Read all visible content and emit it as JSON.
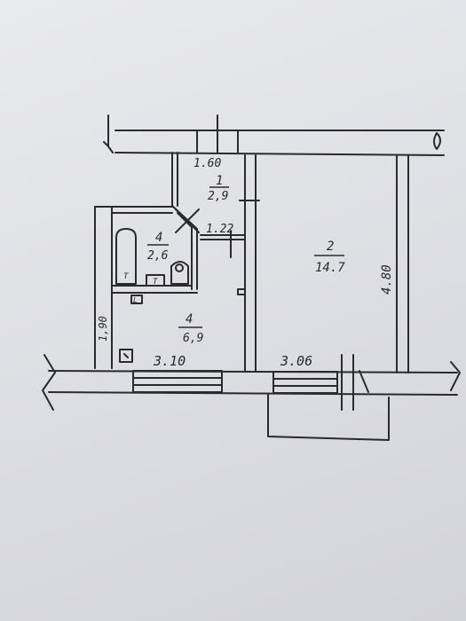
{
  "rooms": [
    {
      "id": "1",
      "area": "2,9"
    },
    {
      "id": "4",
      "area": "2,6"
    },
    {
      "id": "4",
      "area": "6,9"
    },
    {
      "id": "2",
      "area": "14.7"
    }
  ],
  "dimensions": {
    "top_width": "1.60",
    "door_width": "1.22",
    "left_height": "1,90",
    "bottom_left": "3.10",
    "bottom_right": "3.06",
    "right_height": "4.80"
  },
  "fixtures": {
    "tub_mark": "T",
    "sink_mark": "T",
    "stove_mark": "L"
  },
  "colors": {
    "ink": "#2b2b2e",
    "paper": "#e3e4e7"
  }
}
